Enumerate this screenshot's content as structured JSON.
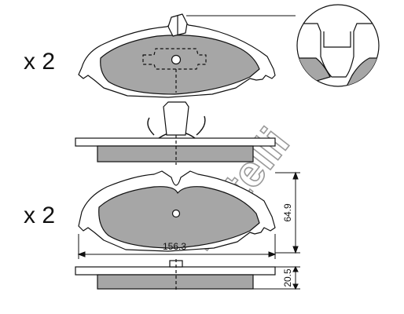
{
  "quantity_labels": {
    "top": "x 2",
    "bottom": "x 2"
  },
  "dimensions": {
    "width": "156.3",
    "height": "64.9",
    "thickness": "20.5"
  },
  "watermark": {
    "text": "metelli"
  },
  "colors": {
    "pad_fill": "#a6a6a6",
    "outline": "#111111",
    "background": "#ffffff",
    "watermark": "#9a9a9a"
  }
}
